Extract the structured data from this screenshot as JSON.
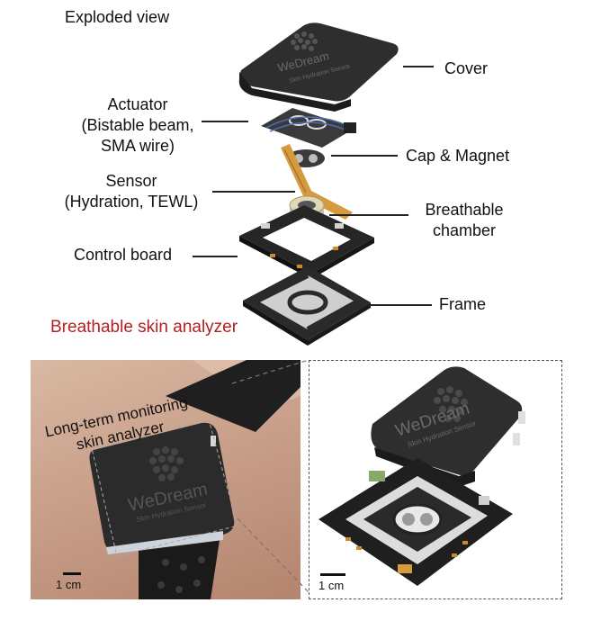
{
  "title": "Exploded view",
  "components": {
    "cover": "Cover",
    "actuator": [
      "Actuator",
      "(Bistable beam,",
      "SMA wire)"
    ],
    "cap_magnet": "Cap & Magnet",
    "sensor": [
      "Sensor",
      "(Hydration, TEWL)"
    ],
    "breathable_chamber": [
      "Breathable",
      "chamber"
    ],
    "control_board": "Control board",
    "frame": "Frame"
  },
  "device_name": "Breathable skin analyzer",
  "device_logo_text": "WeDream",
  "device_logo_subtext": "Skin Hydration Sensor",
  "photo_left": {
    "caption": [
      "Long-term monitoring",
      "skin analyzer"
    ],
    "scale": "1 cm"
  },
  "photo_right": {
    "scale": "1 cm"
  },
  "colors": {
    "accent_red": "#b3201f",
    "device_dark": "#2e2e2e",
    "flex_pcb": "#d69a3e"
  }
}
